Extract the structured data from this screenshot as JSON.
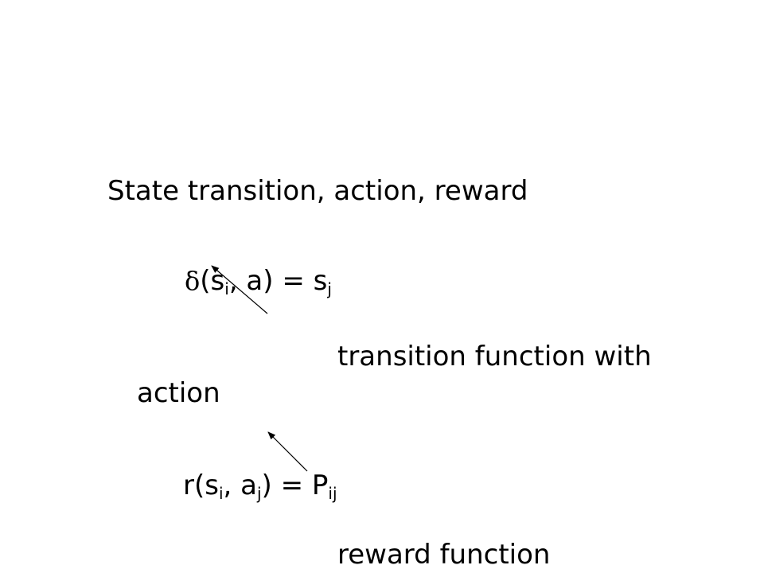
{
  "slide": {
    "title": "State transition, action, reward",
    "eq1": {
      "delta": "δ",
      "open": "(s",
      "sub_i": "i",
      "mid": ", a) = s",
      "sub_j": "j"
    },
    "label1_line1": "transition function with",
    "label1_line2": "action",
    "eq2": {
      "prefix": "r(s",
      "sub_i": "i",
      "mid": ", a",
      "sub_j": "j",
      "after": ") = P",
      "sub_ij": "ij"
    },
    "label2": "reward function"
  }
}
